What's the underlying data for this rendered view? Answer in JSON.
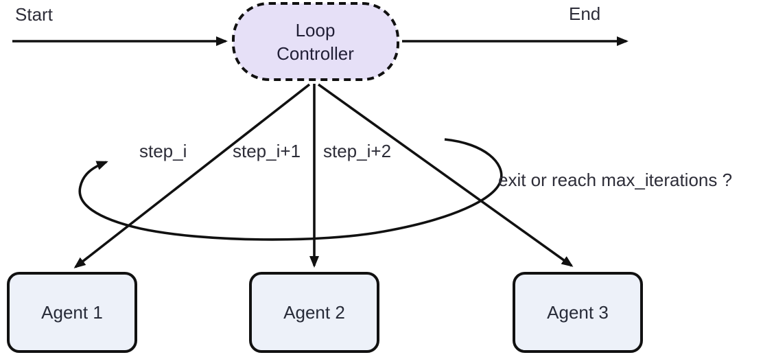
{
  "diagram": {
    "start_label": "Start",
    "end_label": "End",
    "controller_label": "Loop Controller",
    "step_labels": [
      "step_i",
      "step_i+1",
      "step_i+2"
    ],
    "loop_condition_label": "exit or reach max_iterations ?",
    "agents": [
      {
        "label": "Agent 1"
      },
      {
        "label": "Agent 2"
      },
      {
        "label": "Agent 3"
      }
    ],
    "colors": {
      "controller_fill": "#e6e0f7",
      "agent_fill": "#edf1f9",
      "stroke": "#111111",
      "text": "#2d2d38"
    }
  }
}
